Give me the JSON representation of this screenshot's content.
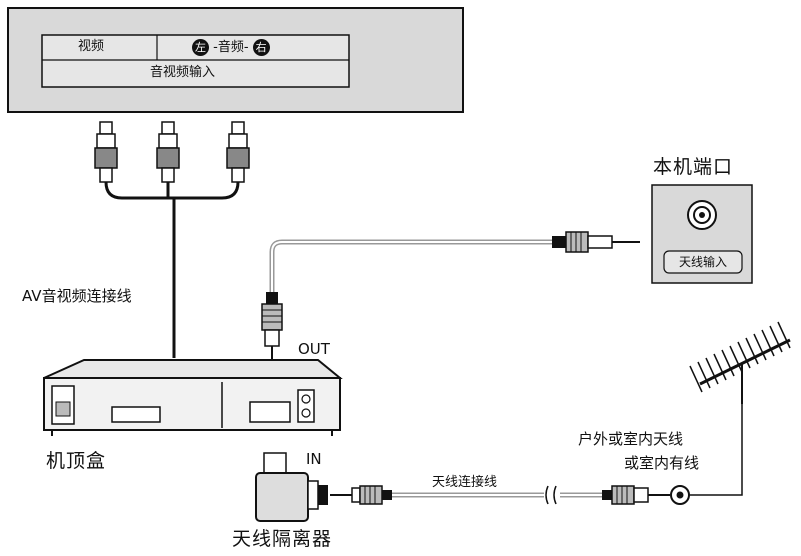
{
  "tv_panel": {
    "video_label": "视频",
    "audio_left": "左",
    "audio_label": "-音频-",
    "audio_right": "右",
    "av_input_label": "音视频输入"
  },
  "tv_port": {
    "title": "本机端口",
    "antenna_input_label": "天线输入"
  },
  "cables": {
    "av_cable_label": "AV音视频连接线",
    "out_label": "OUT",
    "in_label": "IN",
    "antenna_cable_label": "天线连接线"
  },
  "devices": {
    "settop_box_label": "机顶盒",
    "isolator_label": "天线隔离器",
    "antenna_label_line1": "户外或室内天线",
    "antenna_label_line2": "或室内有线"
  },
  "colors": {
    "panel_fill": "#d9d9d9",
    "line_dark": "#111111",
    "cable_gray": "#9a9a9a"
  }
}
